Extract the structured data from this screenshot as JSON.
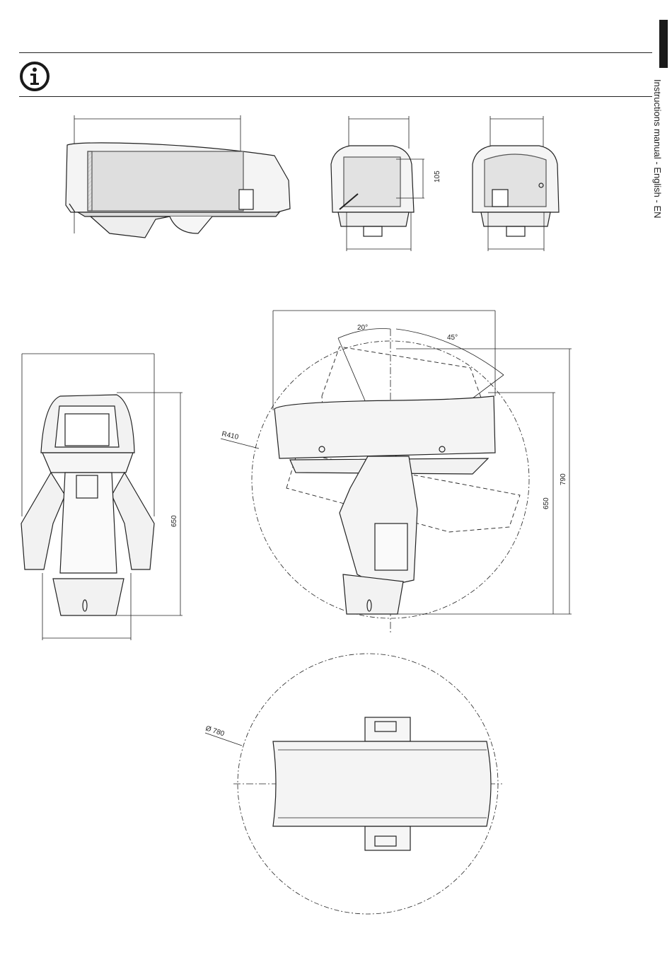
{
  "sidebar": {
    "label": "Instructions manual - English - EN"
  },
  "header": {
    "icon": "info-icon"
  },
  "dimensions": {
    "top_front_height": "105",
    "front_height": "650",
    "side_height": "650",
    "side_total_height": "790",
    "swing_radius": "R410",
    "tilt_up": "20°",
    "tilt_down": "45°",
    "top_diameter": "Ø 780"
  }
}
